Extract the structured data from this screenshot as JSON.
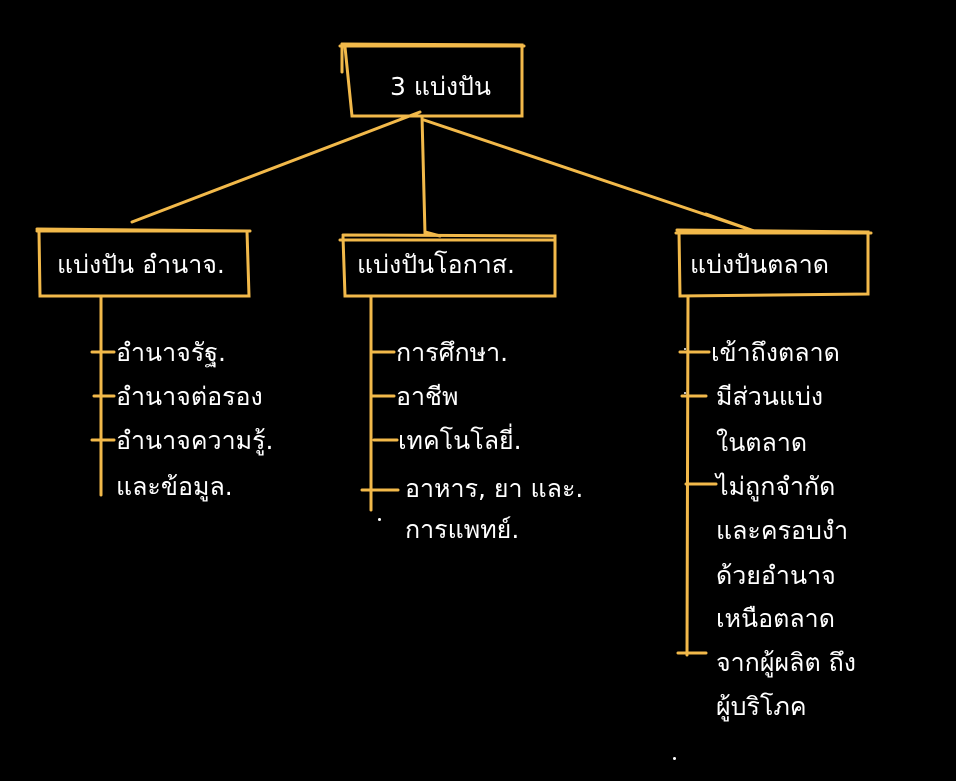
{
  "colors": {
    "background": "#000000",
    "line": "#f2b94a",
    "text": "#ffffff"
  },
  "root": {
    "title": "3 แบ่งปัน"
  },
  "branches": [
    {
      "title": "แบ่งปัน อำนาจ.",
      "items": [
        "อำนาจรัฐ.",
        "อำนาจต่อรอง",
        "อำนาจความรู้.",
        "และข้อมูล."
      ]
    },
    {
      "title": "แบ่งปันโอกาส.",
      "items": [
        "การศึกษา.",
        "อาชีพ",
        "เทคโนโลยี่.",
        "อาหาร, ยา และ.",
        "การแพทย์."
      ]
    },
    {
      "title": "แบ่งปันตลาด",
      "items": [
        "เข้าถึงตลาด",
        "มีส่วนแบ่ง",
        "ในตลาด",
        "ไม่ถูกจำกัด",
        "และครอบงำ",
        "ด้วยอำนาจ",
        "เหนือตลาด",
        "จากผู้ผลิต ถึง",
        "ผู้บริโภค"
      ]
    }
  ]
}
